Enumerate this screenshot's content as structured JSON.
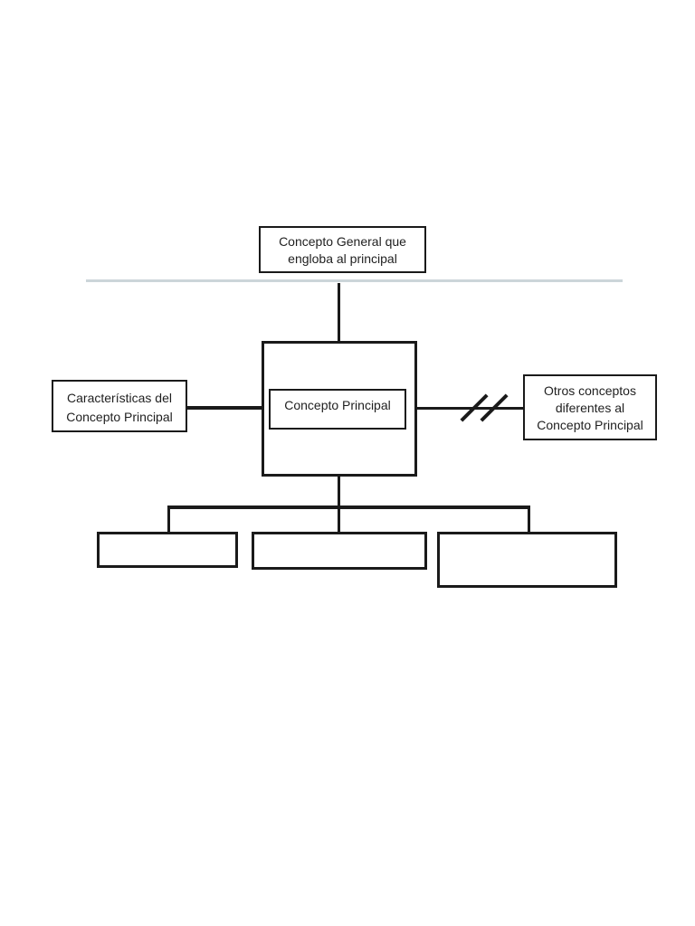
{
  "diagram": {
    "colors": {
      "ink": "#1a1a1a",
      "divider_line": "#ccd5d9",
      "background": "#ffffff"
    },
    "general_box": {
      "lines": [
        "Concepto General que",
        "engloba al principal"
      ]
    },
    "main_box": {
      "label": "Concepto Principal"
    },
    "characteristics_box": {
      "lines": [
        "Características del",
        "Concepto Principal"
      ]
    },
    "other_box": {
      "lines": [
        "Otros conceptos",
        "diferentes al",
        "Concepto Principal"
      ]
    },
    "children": [
      {
        "label": ""
      },
      {
        "label": ""
      },
      {
        "label": ""
      }
    ]
  }
}
